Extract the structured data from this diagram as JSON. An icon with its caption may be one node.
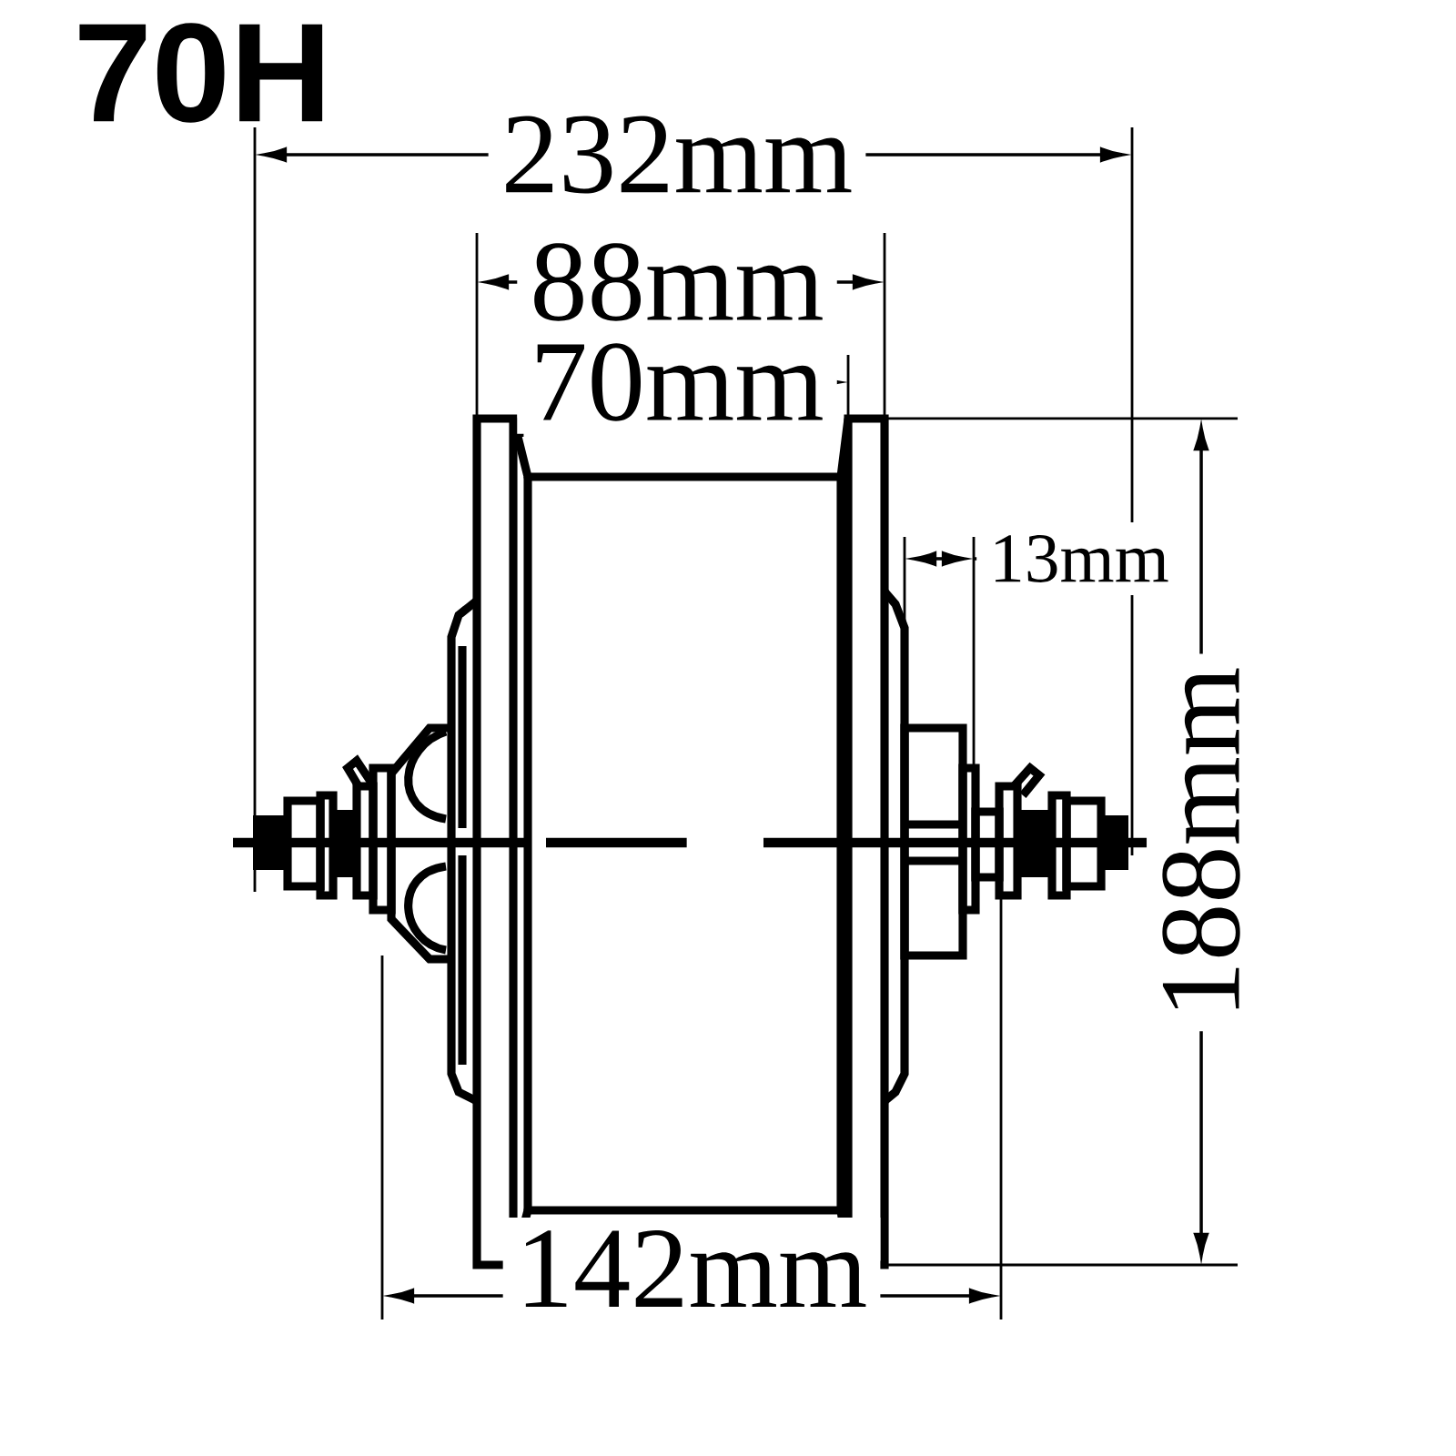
{
  "diagram": {
    "title": "70H",
    "labels": [
      "232mm",
      "88mm",
      "70mm",
      "13mm",
      "188mm",
      "142mm"
    ]
  }
}
